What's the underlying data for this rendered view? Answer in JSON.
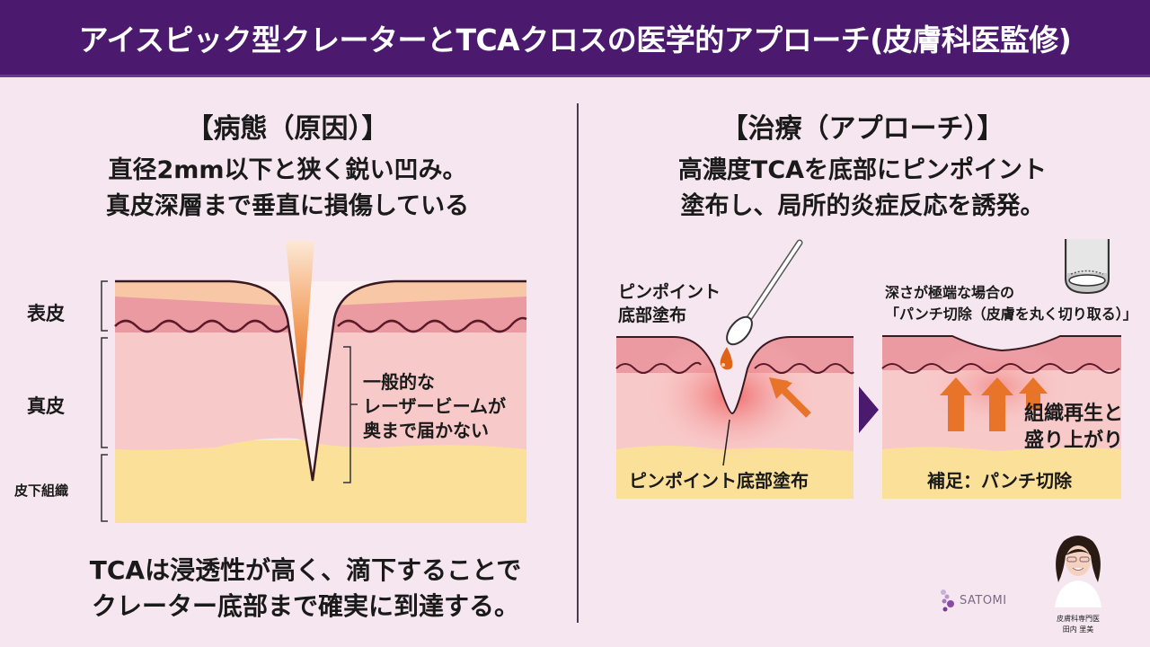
{
  "header": {
    "title": "アイスピック型クレーターとTCAクロスの医学的アプローチ(皮膚科医監修)",
    "background_color": "#4b1a6e"
  },
  "left": {
    "section_title": "【病態（原因）】",
    "lead_lines": [
      "直径2mm以下と狭く鋭い凹み。",
      "真皮深層まで垂直に損傷している"
    ],
    "layer_labels": {
      "epidermis": "表皮",
      "dermis": "真皮",
      "subcutaneous": "皮下組織"
    },
    "annotation_lines": [
      "一般的な",
      "レーザービームが",
      "奥まで届かない"
    ],
    "bottom_lines": [
      "TCAは浸透性が高く、滴下することで",
      "クレーター底部まで確実に到達する。"
    ]
  },
  "right": {
    "section_title": "【治療（アプローチ）】",
    "lead_lines": [
      "高濃度TCAを底部にピンポイント",
      "塗布し、局所的炎症反応を誘発。"
    ],
    "panel1": {
      "top_label_lines": [
        "ピンポイント",
        "底部塗布"
      ],
      "bottom_label": "ピンポイント底部塗布"
    },
    "panel2": {
      "top_label_lines": [
        "深さが極端な場合の",
        "「パンチ切除（皮膚を丸く切り取る）」"
      ],
      "side_label_lines": [
        "組織再生と",
        "盛り上がり"
      ],
      "bottom_label": "補足：パンチ切除"
    }
  },
  "footer": {
    "brand": "SATOMI",
    "doctor_title": "皮膚科専門医",
    "doctor_name": "田内 里美"
  },
  "colors": {
    "background": "#f5e6ef",
    "epidermis_top": "#f7c7a6",
    "epidermis": "#ec9aa2",
    "dermis": "#f8c9c9",
    "subcutaneous": "#fbe09a",
    "accent_orange": "#e8742a",
    "arrow_purple": "#4b1a6e"
  }
}
